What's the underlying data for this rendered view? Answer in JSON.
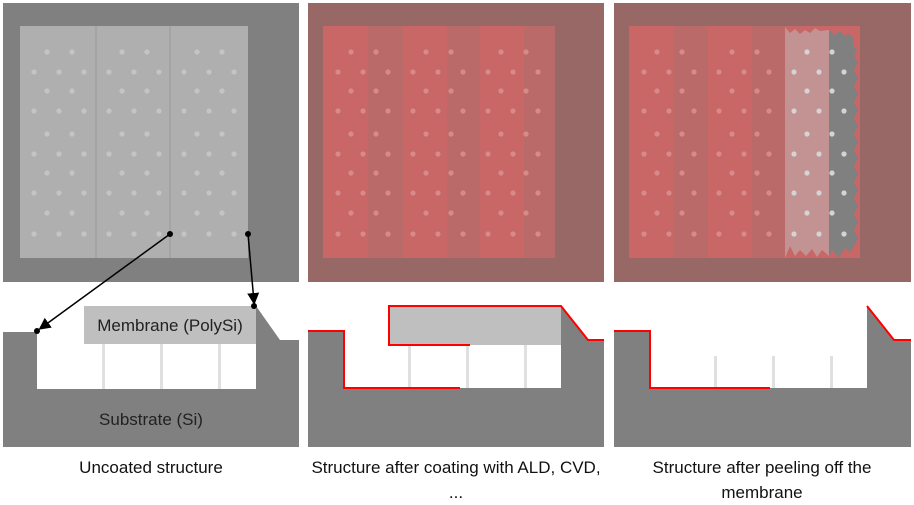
{
  "panels": [
    {
      "caption": "Uncoated structure"
    },
    {
      "caption": "Structure after coating with ALD, CVD, ..."
    },
    {
      "caption": "Structure after peeling off the membrane"
    }
  ],
  "labels": {
    "membrane": "Membrane (PolySi)",
    "substrate": "Substrate (Si)"
  },
  "colors": {
    "substrate": "#808080",
    "membrane": "#bfbfbf",
    "coated_frame": "#986866",
    "coated_light": "#c96666",
    "coated_mid": "#bb6a6a",
    "peeled_strip": "#c39393",
    "coating_line": "#ff0000",
    "pillar": "#e0e0e0",
    "dot": "#d8d8d8"
  }
}
